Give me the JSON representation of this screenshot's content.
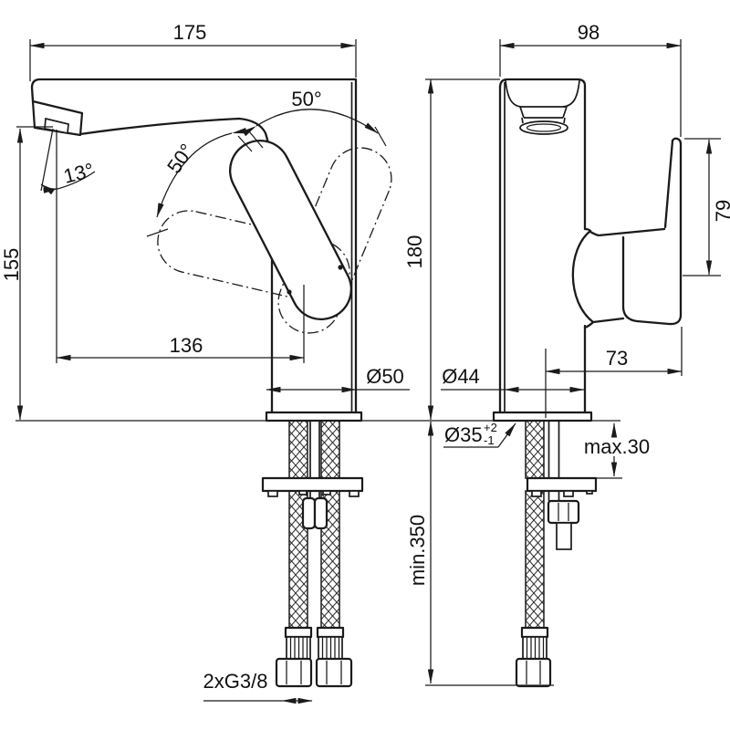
{
  "page": {
    "background": "#ffffff",
    "line_color": "#1b1b1b"
  },
  "drawing": {
    "subject": "single-lever basin mixer tap - dimensioned technical drawing",
    "views": [
      {
        "id": "side",
        "name": "side view with spout, lever swivel arcs and supply hoses"
      },
      {
        "id": "front",
        "name": "front view with aerator, lever and mounting stud"
      }
    ],
    "labels": {
      "spout_reach": "175",
      "body_depth": "98",
      "swivel_right": "50°",
      "swivel_left": "50°",
      "spray_angle": "13°",
      "spout_height": "155",
      "outlet_to_handle": "136",
      "base_dia_side": "Ø50",
      "base_dia_front": "Ø44",
      "body_height": "180",
      "lever_height": "79",
      "handle_depth": "73",
      "hole_dia": "Ø35",
      "hole_tol_plus": "+2",
      "hole_tol_minus": "-1",
      "deck_thickness": "max.30",
      "hose_length": "min.350",
      "hose_thread": "2xG3/8"
    }
  }
}
